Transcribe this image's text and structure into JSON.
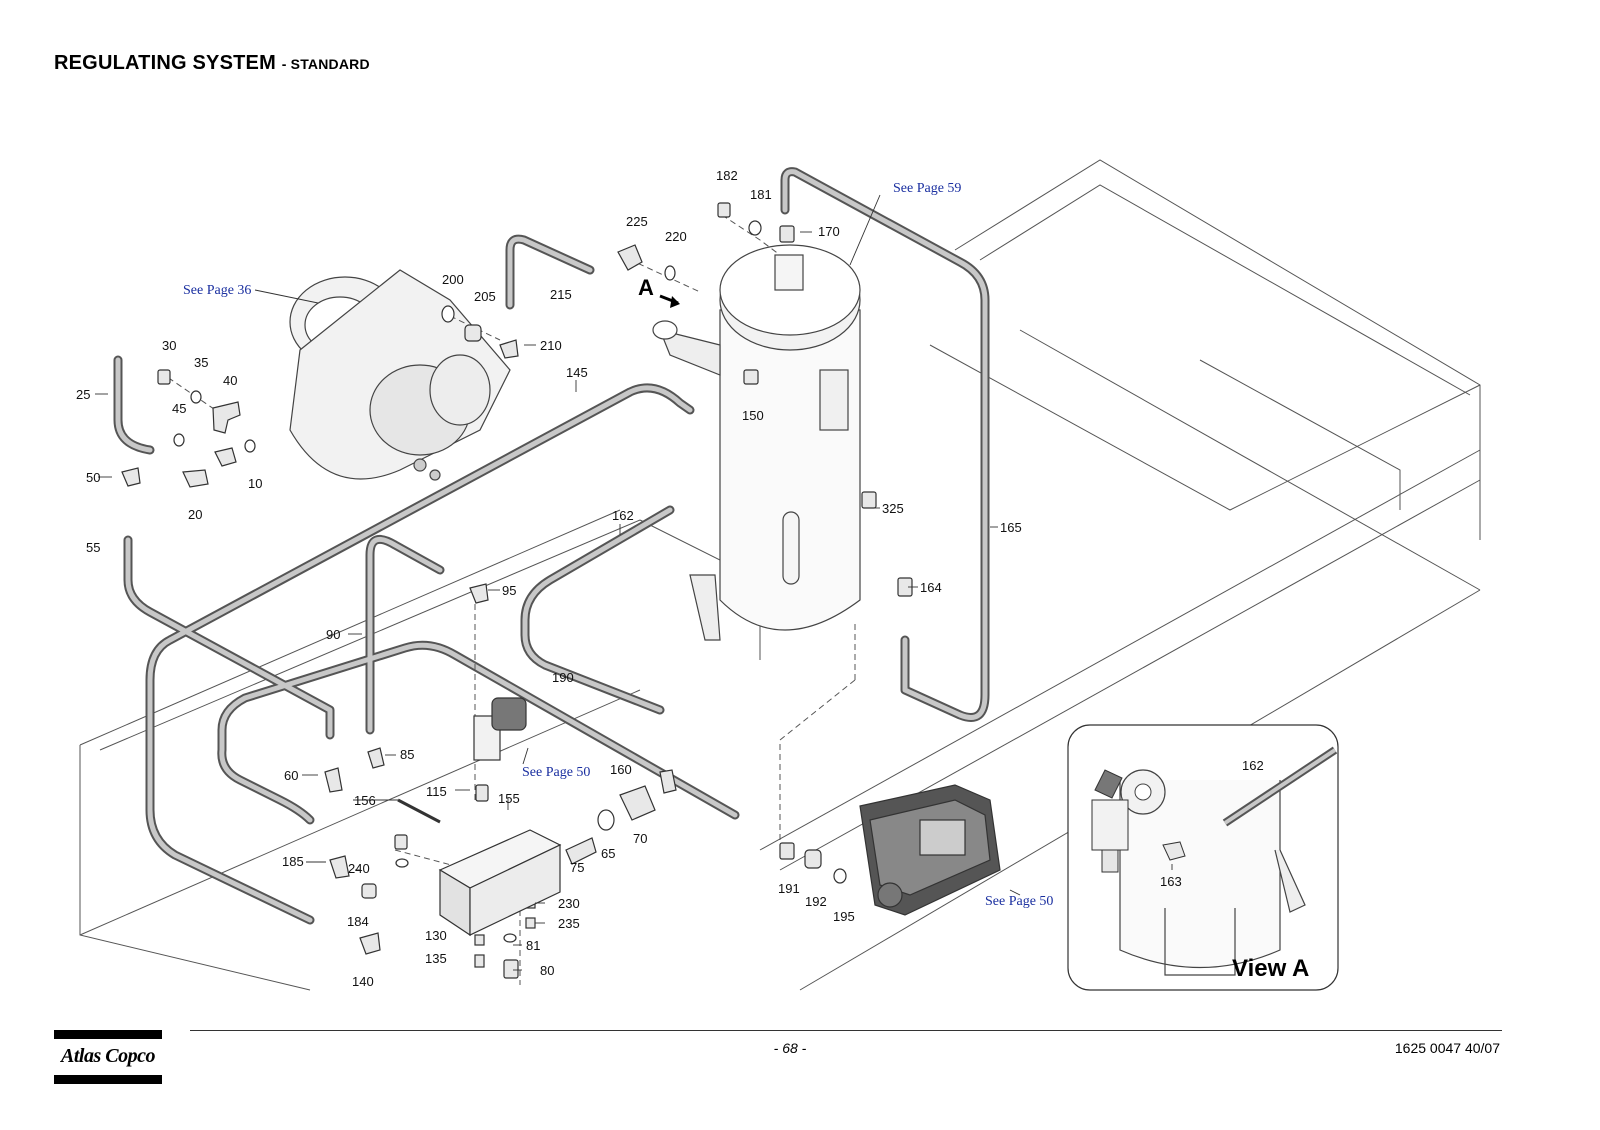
{
  "header": {
    "title": "REGULATING SYSTEM",
    "subtitle": "- STANDARD"
  },
  "refs": {
    "page59": "See Page 59",
    "page36": "See Page 36",
    "page50a": "See Page 50",
    "page50b": "See Page 50"
  },
  "view": {
    "arrow_letter": "A",
    "inset_title": "View A"
  },
  "parts": {
    "p182": "182",
    "p181": "181",
    "p170": "170",
    "p225": "225",
    "p220": "220",
    "p200": "200",
    "p205": "205",
    "p215": "215",
    "p210": "210",
    "p30": "30",
    "p35": "35",
    "p40": "40",
    "p25": "25",
    "p45": "45",
    "p50": "50",
    "p20": "20",
    "p10": "10",
    "p55": "55",
    "p145": "145",
    "p150": "150",
    "p162": "162",
    "p325": "325",
    "p165": "165",
    "p95": "95",
    "p164": "164",
    "p90": "90",
    "p190": "190",
    "p85": "85",
    "p60": "60",
    "p156": "156",
    "p115": "115",
    "p155": "155",
    "p160": "160",
    "p65": "65",
    "p70": "70",
    "p75": "75",
    "p185": "185",
    "p240": "240",
    "p184": "184",
    "p230": "230",
    "p235": "235",
    "p130": "130",
    "p81": "81",
    "p135": "135",
    "p80": "80",
    "p140": "140",
    "p191": "191",
    "p192": "192",
    "p195": "195",
    "p162b": "162",
    "p163": "163"
  },
  "footer": {
    "brand": "Atlas Copco",
    "page_number": "- 68 -",
    "doc_number": "1625 0047 40/07"
  }
}
